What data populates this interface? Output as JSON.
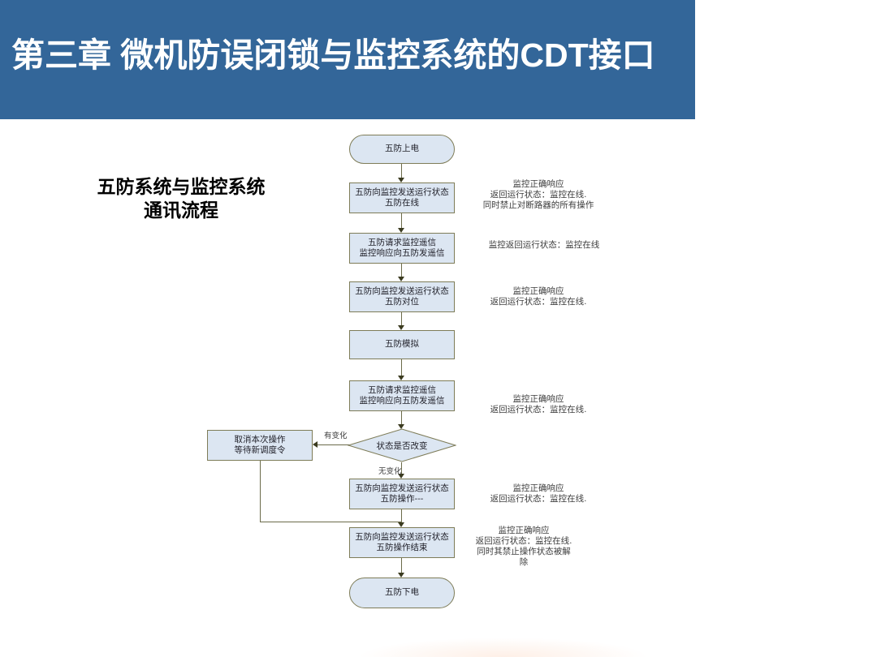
{
  "header": {
    "title": "第三章 微机防误闭锁与监控系统的CDT接口",
    "bg_color": "#336699",
    "text_color": "#ffffff"
  },
  "caption": {
    "line1": "五防系统与监控系统",
    "line2": "通讯流程"
  },
  "flow": {
    "nodes": [
      {
        "id": "start",
        "type": "terminator",
        "label": "五防上电"
      },
      {
        "id": "send-online",
        "type": "process",
        "line1": "五防向监控发送运行状态",
        "line2": "五防在线"
      },
      {
        "id": "request-telesignal-1",
        "type": "process",
        "line1": "五防请求监控遥信",
        "line2": "监控响应向五防发遥信"
      },
      {
        "id": "send-align",
        "type": "process",
        "line1": "五防向监控发送运行状态",
        "line2": "五防对位"
      },
      {
        "id": "simulate",
        "type": "process",
        "label": "五防模拟"
      },
      {
        "id": "request-telesignal-2",
        "type": "process",
        "line1": "五防请求监控遥信",
        "line2": "监控响应向五防发遥信"
      },
      {
        "id": "decision",
        "type": "decision",
        "label": "状态是否改变"
      },
      {
        "id": "cancel",
        "type": "process",
        "line1": "取消本次操作",
        "line2": "等待新调度令"
      },
      {
        "id": "send-operate",
        "type": "process",
        "line1": "五防向监控发送运行状态",
        "line2": "五防操作---"
      },
      {
        "id": "send-operate-end",
        "type": "process",
        "line1": "五防向监控发送运行状态",
        "line2": "五防操作结束"
      },
      {
        "id": "end",
        "type": "terminator",
        "label": "五防下电"
      }
    ],
    "edge_labels": {
      "changed": "有变化",
      "unchanged": "无变化"
    },
    "annotations": [
      {
        "lines": [
          "监控正确响应",
          "返回运行状态：监控在线.",
          "同时禁止对断路器的所有操作"
        ]
      },
      {
        "lines": [
          "监控返回运行状态：监控在线"
        ]
      },
      {
        "lines": [
          "监控正确响应",
          "返回运行状态：监控在线."
        ]
      },
      {
        "lines": [
          "监控正确响应",
          "返回运行状态：监控在线."
        ]
      },
      {
        "lines": [
          "监控正确响应",
          "返回运行状态：监控在线."
        ]
      },
      {
        "lines": [
          "监控正确响应",
          "返回运行状态：监控在线.",
          "同时其禁止操作状态被解",
          "除"
        ]
      }
    ],
    "colors": {
      "node_fill": "#dce6f2",
      "node_border": "#7e7c58",
      "connector": "#6b6b4a",
      "arrowhead": "#3b3b20"
    }
  }
}
